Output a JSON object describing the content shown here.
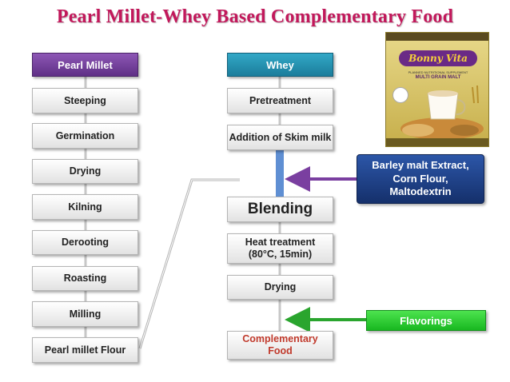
{
  "title": "Pearl Millet-Whey Based Complementary Food",
  "pearl_millet": {
    "header": "Pearl Millet",
    "steps": [
      "Steeping",
      "Germination",
      "Drying",
      "Kilning",
      "Derooting",
      "Roasting",
      "Milling",
      "Pearl millet Flour"
    ]
  },
  "whey": {
    "header": "Whey",
    "steps": [
      "Pretreatment",
      "Addition of Skim milk"
    ]
  },
  "main": {
    "blending": "Blending",
    "heat_treatment_line1": "Heat treatment",
    "heat_treatment_line2": "(80°C, 15min)",
    "drying": "Drying",
    "final_line1": "Complementary",
    "final_line2": "Food"
  },
  "side_inputs": {
    "additives_line1": "Barley malt Extract,",
    "additives_line2": "Corn Flour,",
    "additives_line3": "Maltodextrin",
    "flavorings": "Flavorings"
  },
  "product": {
    "brand": "Bonny Vita",
    "subtitle": "PLANNED NUTRITIONAL SUPPLEMENT",
    "name": "MULTI GRAIN MALT"
  },
  "colors": {
    "title": "#c2185b",
    "pearl_header": "#6b3a94",
    "whey_header": "#2596b8",
    "additives_box": "#1f3f8a",
    "flavorings_box": "#2ecc34",
    "final_text": "#c0392b"
  }
}
